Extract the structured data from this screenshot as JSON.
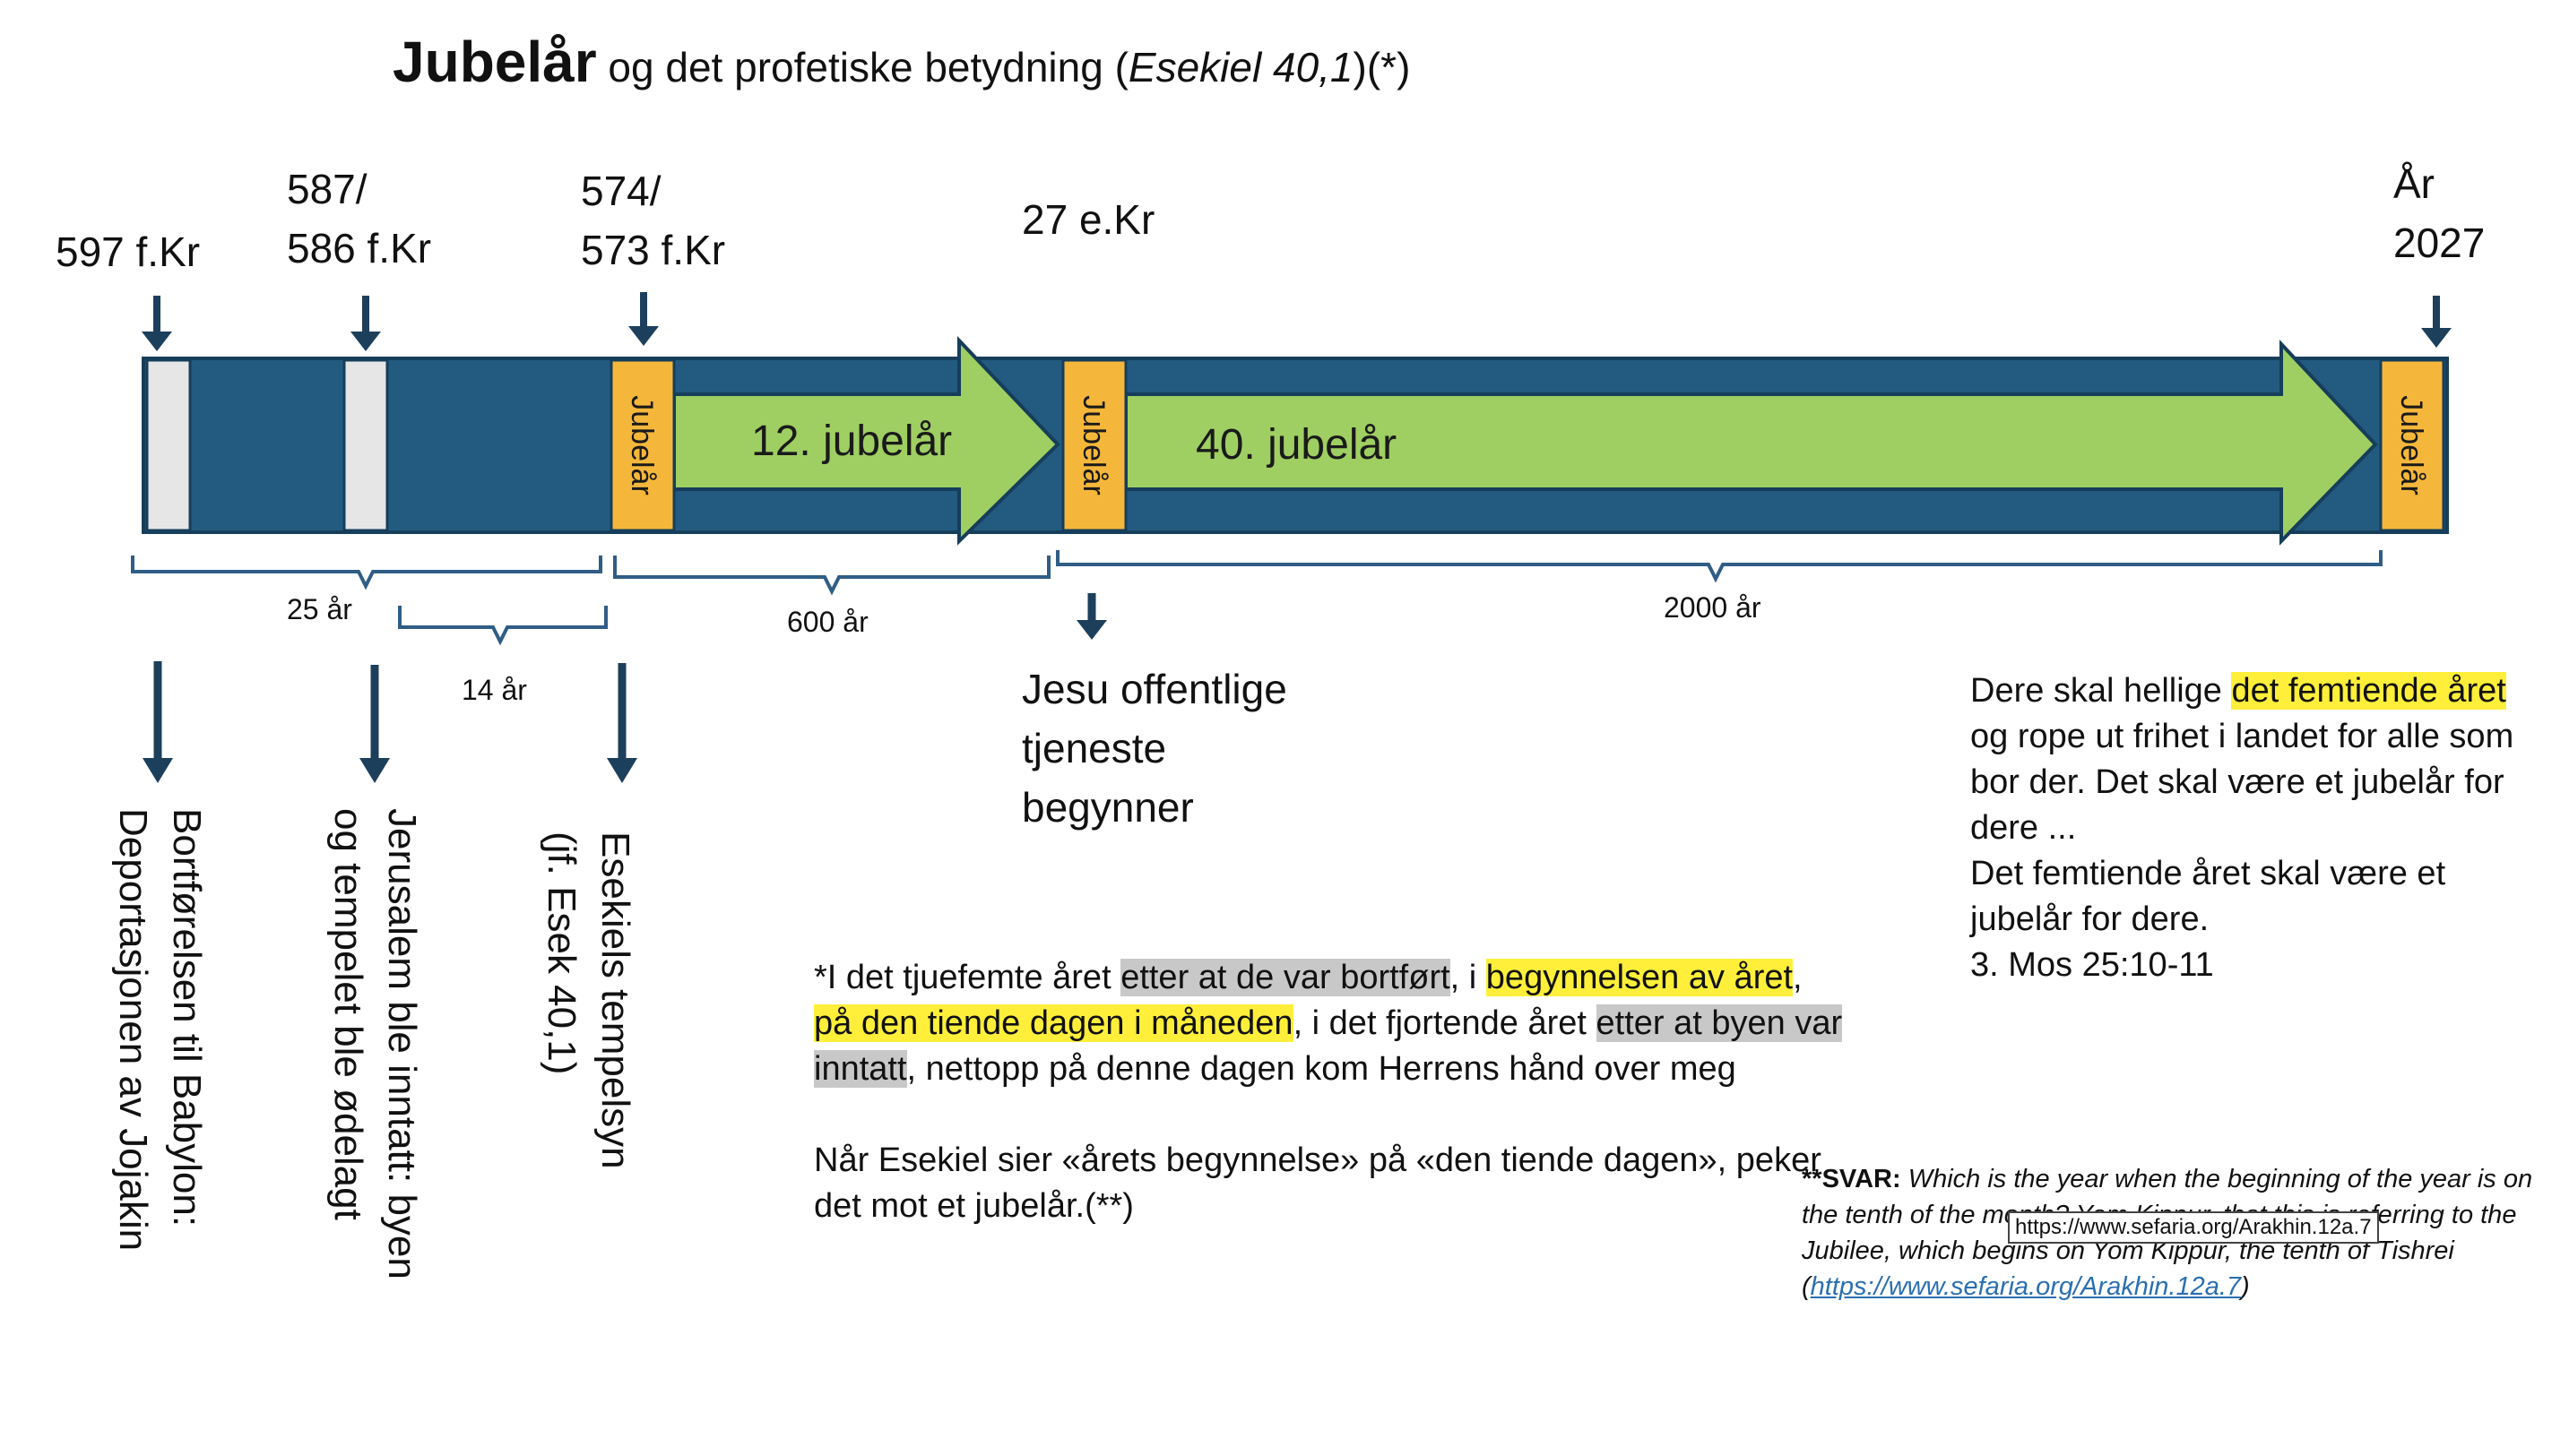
{
  "title": {
    "bold": "Jubelår",
    "rest_pre": " og det profetiske betydning (",
    "rest_em": "Esekiel 40,1",
    "rest_post": ")(*)"
  },
  "dates": {
    "d597": "597 f.Kr",
    "d587": "587/\n586 f.Kr",
    "d574": "574/\n573 f.Kr",
    "d27": "27 e.Kr",
    "d2027": "År\n2027"
  },
  "bar": {
    "jubilee_label": "Jubelår",
    "arrow1_label": "12. jubelår",
    "arrow2_label": "40. jubelår",
    "colors": {
      "bar": "#235a80",
      "jubilee": "#f5b73b",
      "arrow": "#9fcf62",
      "exile": "#e6e6e6"
    }
  },
  "spans": {
    "s25": "25 år",
    "s14": "14 år",
    "s600": "600 år",
    "s2000": "2000 år"
  },
  "events": {
    "deport": "Bortførelsen til Babylon:\nDeportasjonen av Jojakin",
    "jerusalem": "Jerusalem ble inntatt: byen\nog tempelet ble ødelagt",
    "ezekiel": "Esekiels tempelsyn\n(jf. Esek 40,1)",
    "jesus": "Jesu offentlige\ntjeneste\nbegynner"
  },
  "quote": {
    "p1": "Dere skal hellige ",
    "h1": "det femtiende året",
    "p2": " og rope ut frihet i landet for alle som bor der. Det skal være et jubelår for dere ...",
    "p3": "Det femtiende året skal være et jubelår for dere.",
    "ref": "3. Mos 25:10-11"
  },
  "footnote": {
    "t1": "*I det tjuefemte året ",
    "g1": "etter at de var bortført",
    "t2": ", i ",
    "y1": "begynnelsen av året",
    "t3": ", ",
    "y2": "på den tiende dagen i måneden",
    "t4": ", i det fjortende året ",
    "g2": "etter at byen var inntatt",
    "t5": ", nettopp på denne dagen kom Herrens hånd over meg",
    "p2": "Når Esekiel sier «årets begynnelse» på «den tiende dagen», peker det mot et jubelår.(**)"
  },
  "svar": {
    "label": "**SVAR:",
    "text": " Which is the year when the beginning of the year is on the tenth of the month? Yom Kippur, that this is referring to the Jubilee, which begins on Yom Kippur, the tenth of Tishrei (",
    "link": "https://www.sefaria.org/Arakhin.12a.7",
    "end": ")",
    "tooltip": "https://www.sefaria.org/Arakhin.12a.7"
  }
}
